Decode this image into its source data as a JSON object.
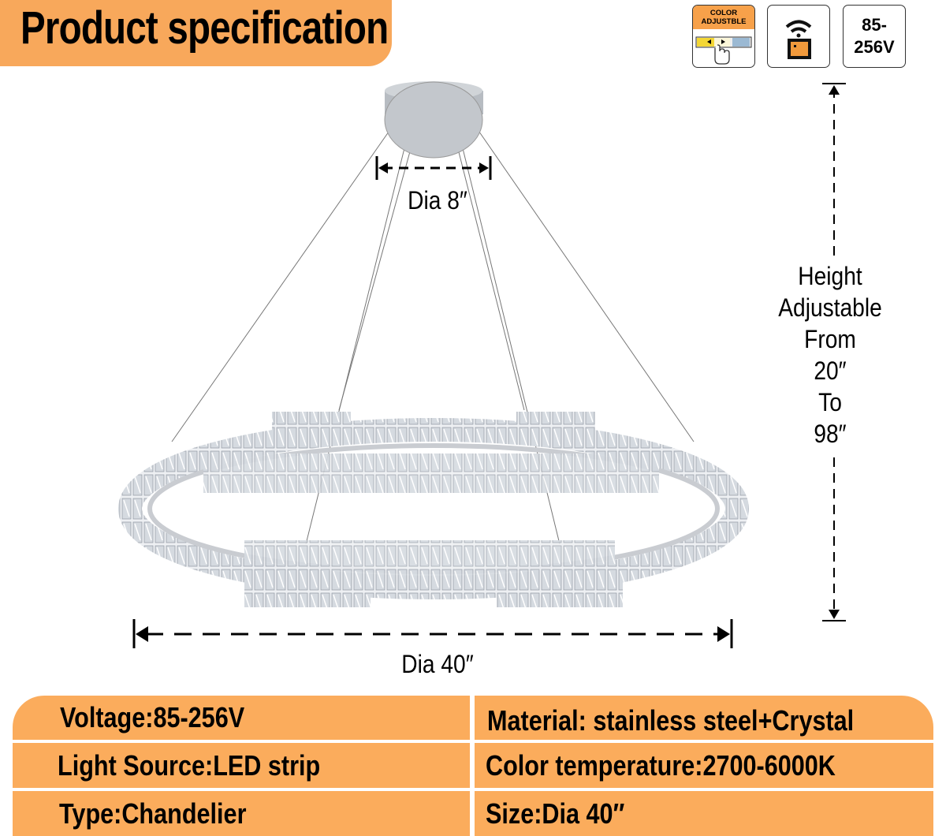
{
  "header": {
    "title": "Product specification"
  },
  "badges": {
    "color_adjustable": "COLOR ADJUSTBLE",
    "voltage_line1": "85-",
    "voltage_line2": "256V",
    "icons": [
      "color-adjust-icon",
      "remote-control-icon"
    ]
  },
  "dimensions": {
    "canopy": "Dia 8″",
    "ring": "Dia 40″",
    "height_lines": [
      "Height",
      "Adjustable",
      "From",
      "20″",
      "To",
      "98″"
    ]
  },
  "specs": [
    {
      "left": "Voltage:85-256V",
      "right": "Material: stainless steel+Crystal"
    },
    {
      "left": "Light Source:LED strip",
      "right": "Color temperature:2700-6000K"
    },
    {
      "left": "Type:Chandelier",
      "right": "Size:Dia 40″"
    }
  ],
  "colors": {
    "accent": "#f8a85b"
  }
}
